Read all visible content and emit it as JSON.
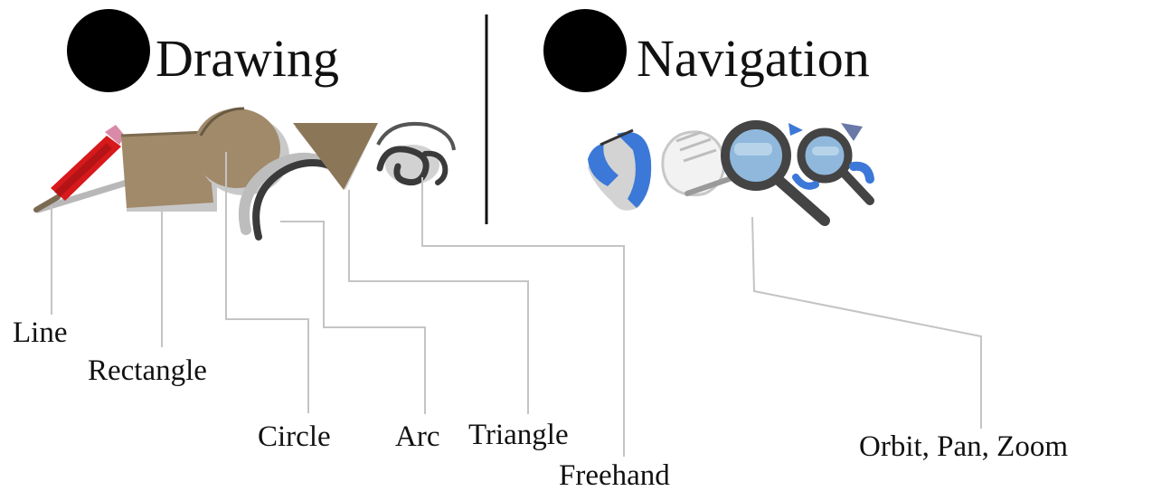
{
  "sections": {
    "drawing": {
      "title": "Drawing"
    },
    "navigation": {
      "title": "Navigation"
    }
  },
  "labels": {
    "line": "Line",
    "rectangle": "Rectangle",
    "circle": "Circle",
    "arc": "Arc",
    "triangle": "Triangle",
    "freehand": "Freehand",
    "orbit_pan_zoom": "Orbit, Pan, Zoom"
  },
  "icons": {
    "line": "pencil-line-icon",
    "rectangle": "rectangle-icon",
    "circle": "circle-icon",
    "arc": "arc-icon",
    "triangle": "triangle-icon",
    "freehand": "freehand-icon",
    "orbit": "orbit-icon",
    "pan": "pan-hand-icon",
    "zoom": "zoom-magnifier-icon"
  },
  "colors": {
    "bullet": "#000000",
    "shape_fill": "#a08a6a",
    "triangle_fill": "#8c7658",
    "pencil_red": "#d7191c",
    "navigation_blue": "#3b78d8",
    "lens_blue": "#8fb8dc",
    "dark_gray": "#444444",
    "leader_line": "#c4c4c4",
    "divider": "#111111"
  }
}
